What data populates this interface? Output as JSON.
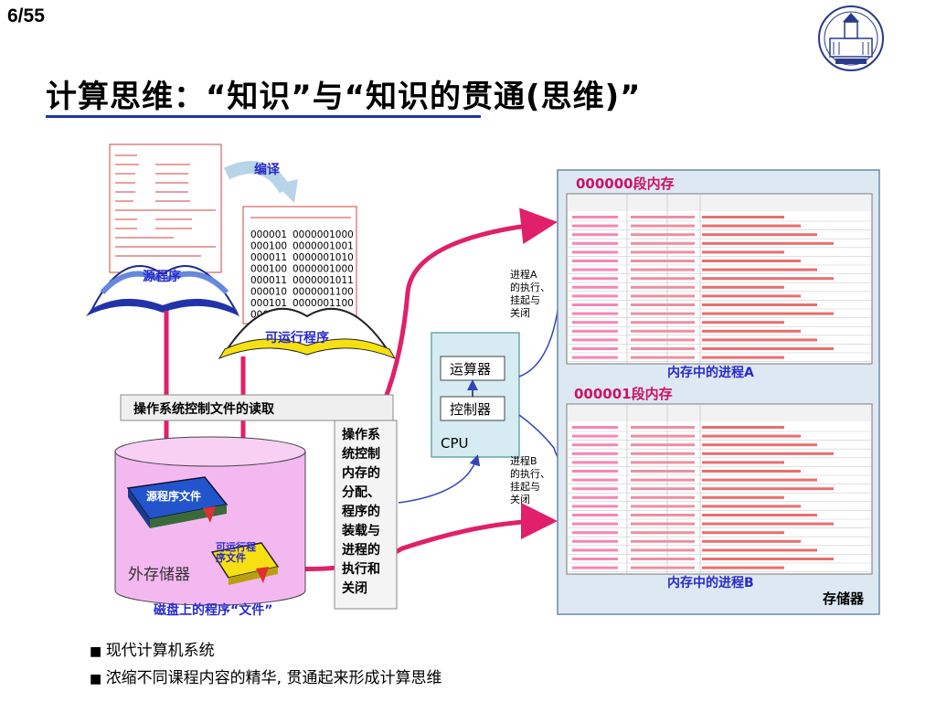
{
  "page_number": "6/55",
  "title": "计算思维：“知识”与“知识的贯通(思维)”",
  "labels": {
    "compile": "编译",
    "source_program": "源程序",
    "executable_program": "可运行程序",
    "os_read": "操作系统控制文件的读取",
    "os_memory": [
      "操作系",
      "统控制",
      "内存的",
      "分配、",
      "程序的",
      "装载与",
      "进程的",
      "执行和",
      "关闭"
    ],
    "cpu": "CPU",
    "alu": "运算器",
    "controller": "控制器",
    "process_a_note": [
      "进程A",
      "的执行、",
      "挂起与",
      "关闭"
    ],
    "process_b_note": [
      "进程B",
      "的执行、",
      "挂起与",
      "关闭"
    ],
    "segment0": "000000段内存",
    "segment1": "000001段内存",
    "process_a": "内存中的进程A",
    "process_b": "内存中的进程B",
    "storage": "存储器",
    "external_storage": "外存储器",
    "source_file": "源程序文件",
    "exe_file": [
      "可运行程",
      "序文件"
    ],
    "disk_files": "磁盘上的程序“文件”"
  },
  "binary_code": [
    [
      "000001",
      "0000001000"
    ],
    [
      "000100",
      "0000001001"
    ],
    [
      "000011",
      "0000001010"
    ],
    [
      "000100",
      "0000001000"
    ],
    [
      "000011",
      "0000001011"
    ],
    [
      "000010",
      "0000001100"
    ],
    [
      "000101",
      "0000001100"
    ],
    [
      "000110",
      ""
    ]
  ],
  "bullets": [
    "现代计算机系统",
    "浓缩不同课程内容的精华, 贯通起来形成计算思维"
  ],
  "colors": {
    "arrow": "#e0206a",
    "accent_blue": "#2233aa",
    "memory_bg": "#dde8f2",
    "disk": "#f4b8f0",
    "cpu_bg": "#d6ecf2"
  }
}
